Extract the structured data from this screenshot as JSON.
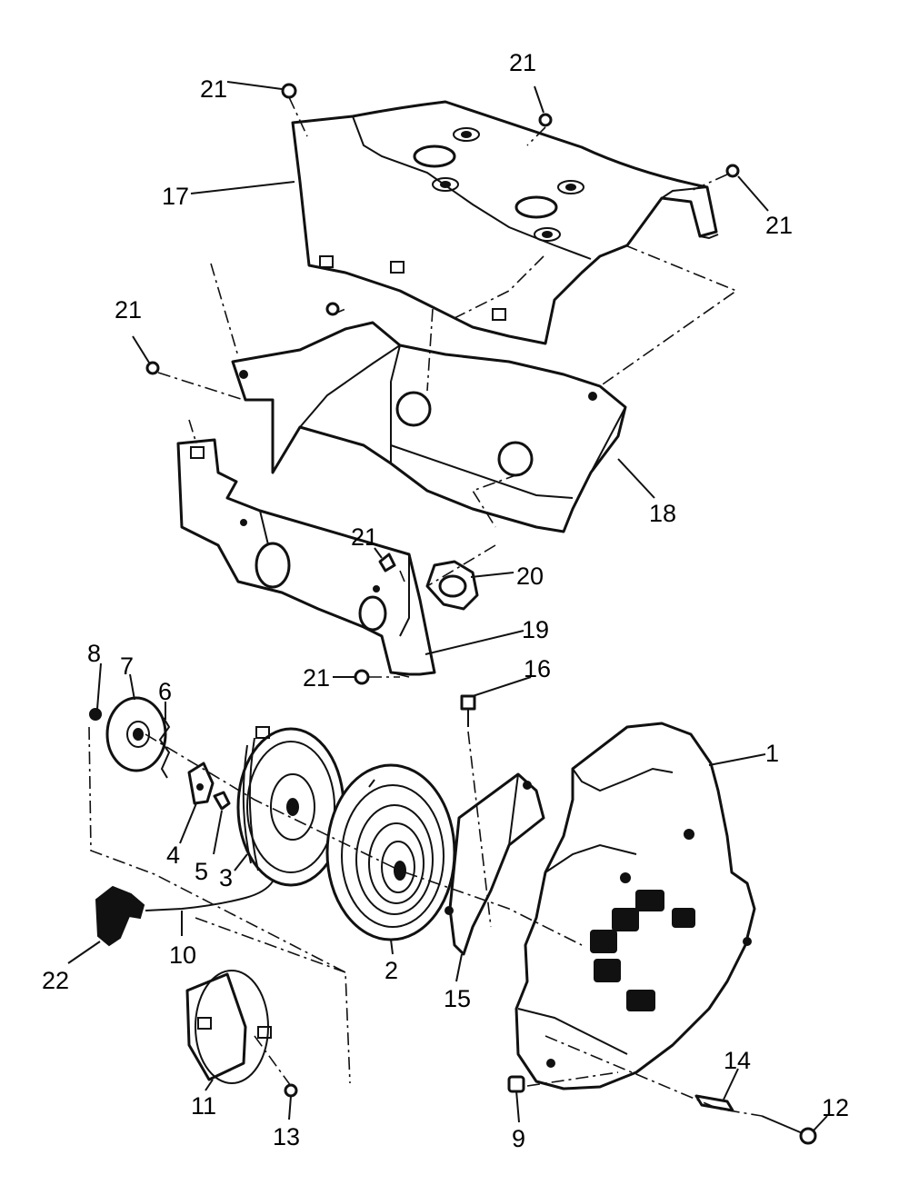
{
  "diagram": {
    "callouts": [
      {
        "id": "21a",
        "text": "21"
      },
      {
        "id": "21b",
        "text": "21"
      },
      {
        "id": "21c",
        "text": "21"
      },
      {
        "id": "21d",
        "text": "21"
      },
      {
        "id": "21e",
        "text": "21"
      },
      {
        "id": "21f",
        "text": "21"
      },
      {
        "id": "17",
        "text": "17"
      },
      {
        "id": "18",
        "text": "18"
      },
      {
        "id": "19",
        "text": "19"
      },
      {
        "id": "20",
        "text": "20"
      },
      {
        "id": "16",
        "text": "16"
      },
      {
        "id": "1",
        "text": "1"
      },
      {
        "id": "8",
        "text": "8"
      },
      {
        "id": "7",
        "text": "7"
      },
      {
        "id": "6",
        "text": "6"
      },
      {
        "id": "4",
        "text": "4"
      },
      {
        "id": "5",
        "text": "5"
      },
      {
        "id": "3",
        "text": "3"
      },
      {
        "id": "2",
        "text": "2"
      },
      {
        "id": "15",
        "text": "15"
      },
      {
        "id": "10",
        "text": "10"
      },
      {
        "id": "22",
        "text": "22"
      },
      {
        "id": "11",
        "text": "11"
      },
      {
        "id": "13",
        "text": "13"
      },
      {
        "id": "9",
        "text": "9"
      },
      {
        "id": "14",
        "text": "14"
      },
      {
        "id": "12",
        "text": "12"
      }
    ]
  }
}
